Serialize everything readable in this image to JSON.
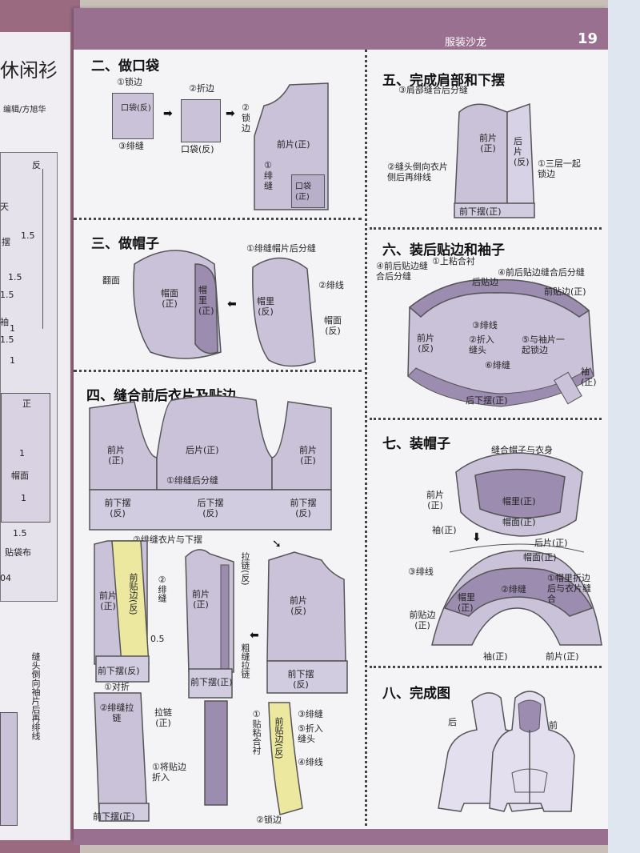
{
  "header": {
    "magazine": "服装沙龙",
    "page_number": "19"
  },
  "left_page": {
    "title_fragment": "休闲衫",
    "credit": "编辑/方旭华",
    "labels": [
      "天",
      "摆",
      "1.5",
      "1.5",
      "1",
      "1.5",
      "袖",
      "1.5",
      "1",
      "正",
      "1",
      "帽面",
      "1",
      "1.5",
      "贴袋布",
      "反",
      "04",
      "缝头倒向袖片后再绯线"
    ]
  },
  "sec2": {
    "title": "二、做口袋",
    "l1": "①锁边",
    "l2": "②折边",
    "l3": "③绯缝",
    "pocket_rev": "口袋(反)",
    "pocket_box": "口袋(反)",
    "front": "前片(正)",
    "l4": "②锁边",
    "l5": "①绯缝",
    "pocket_pos": "口袋(正)"
  },
  "sec3": {
    "title": "三、做帽子",
    "l1": "①绯缝帽片后分缝",
    "l2": "②绯线",
    "outer": "翻面",
    "hood_face": "帽面(正)",
    "hood_lining": "帽里(正)",
    "hood_lining_rev": "帽里(反)",
    "hood_face_rev": "帽面(反)"
  },
  "sec4": {
    "title": "四、缝合前后衣片及贴边",
    "front_l": "前片(正)",
    "back": "后片(正)",
    "front_r": "前片(正)",
    "l1": "①绯缝后分缝",
    "hem_l": "前下摆(反)",
    "hem_c": "后下摆(反)",
    "hem_r": "前下摆(反)",
    "l2": "②绯缝衣片与下摆",
    "b_front": "前片(正)",
    "b_facing": "前贴边(反)",
    "b_l2": "②绯缝",
    "b_05": "0.5",
    "b_hem": "前下摆(反)",
    "b_l1": "①对折",
    "c_front": "前片(正)",
    "c_zip": "拉链(反)",
    "c_coarse": "粗缝拉链",
    "c_hem": "前下摆(正)",
    "d_front": "前片(反)",
    "d_hem": "前下摆(反)",
    "e_l2": "②绯缝拉链",
    "e_zip": "拉链(正)",
    "e_l1": "①将贴边折入",
    "e_hem": "前下摆(正)",
    "f_l1": "①贴粘合衬",
    "f_facing": "前贴边(反)",
    "f_l3": "③绯缝",
    "f_l5": "⑤折入缝头",
    "f_l4": "④绯线",
    "f_l2": "②锁边"
  },
  "sec5": {
    "title": "五、完成肩部和下摆",
    "l3": "③肩部缝合后分缝",
    "front": "前片(正)",
    "back": "后片(反)",
    "l2": "②缝头倒向衣片侧后再绯线",
    "l1": "①三层一起锁边",
    "hem": "前下摆(正)"
  },
  "sec6": {
    "title": "六、装后贴边和袖子",
    "l4a": "④前后贴边缝合后分缝",
    "l1": "①上粘合衬",
    "l4b": "④前后贴边缝合后分缝",
    "back_facing": "后贴边",
    "front_facing": "前贴边(正)",
    "front": "前片(反)",
    "l3": "③绯线",
    "l2": "②折入缝头",
    "l5": "⑤与袖片一起锁边",
    "l6": "⑥绯缝",
    "sleeve": "袖(正)",
    "back_hem": "后下摆(正)"
  },
  "sec7": {
    "title": "七、装帽子",
    "l_top": "缝合帽子与衣身",
    "front": "前片(正)",
    "hood_lining": "帽里(正)",
    "hood_face": "帽面(正)",
    "sleeve": "袖(正)",
    "back": "后片(正)",
    "hood_face2": "帽面(正)",
    "l3": "③绯线",
    "hood_lining2": "帽里(正)",
    "l2": "②绯缝",
    "l1": "①帽里折边后与衣片缝合",
    "facing": "前贴边(正)",
    "sleeve2": "袖(正)",
    "front2": "前片(正)"
  },
  "sec8": {
    "title": "八、完成图",
    "back": "后",
    "front": "前"
  },
  "colors": {
    "fabric": "#c9c2d8",
    "lining": "#9c8cb0",
    "interfacing": "#ece8a0",
    "header": "#9a7090"
  }
}
